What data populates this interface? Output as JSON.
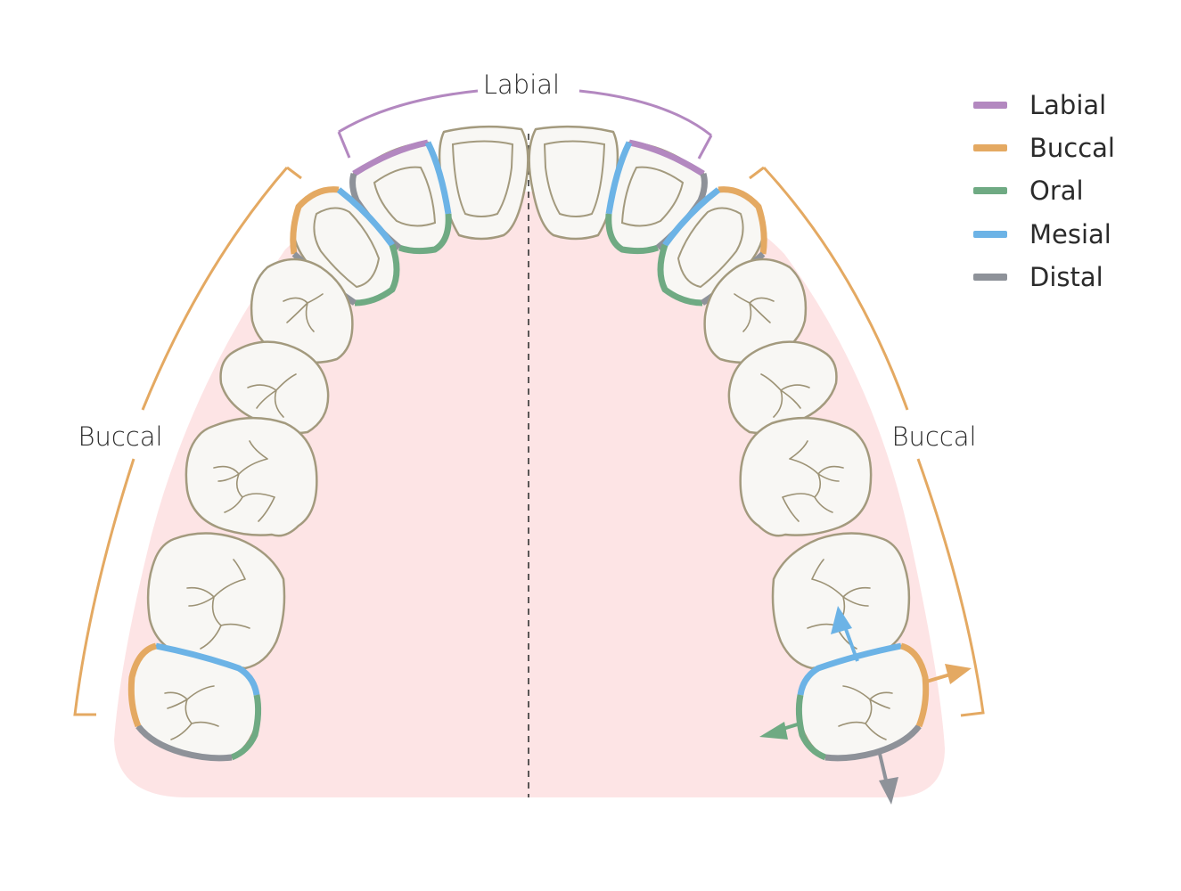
{
  "colors": {
    "labial": "#b388c0",
    "buccal": "#e4a962",
    "oral": "#6faa83",
    "mesial": "#6cb3e6",
    "distal": "#8e9299",
    "gum": "#fde4e5",
    "tooth_fill": "#f8f7f4",
    "tooth_stroke": "#a39a7e",
    "text": "#2b2b2b"
  },
  "diagram": {
    "top_label": "Labial",
    "left_label": "Buccal",
    "right_label": "Buccal"
  },
  "legend": {
    "items": [
      {
        "label": "Labial",
        "color": "#b388c0"
      },
      {
        "label": "Buccal",
        "color": "#e4a962"
      },
      {
        "label": "Oral",
        "color": "#6faa83"
      },
      {
        "label": "Mesial",
        "color": "#6cb3e6"
      },
      {
        "label": "Distal",
        "color": "#8e9299"
      }
    ]
  },
  "arrows": {
    "mesial": "mesial-arrow-icon",
    "buccal": "buccal-arrow-icon",
    "oral": "oral-arrow-icon",
    "distal": "distal-arrow-icon"
  }
}
